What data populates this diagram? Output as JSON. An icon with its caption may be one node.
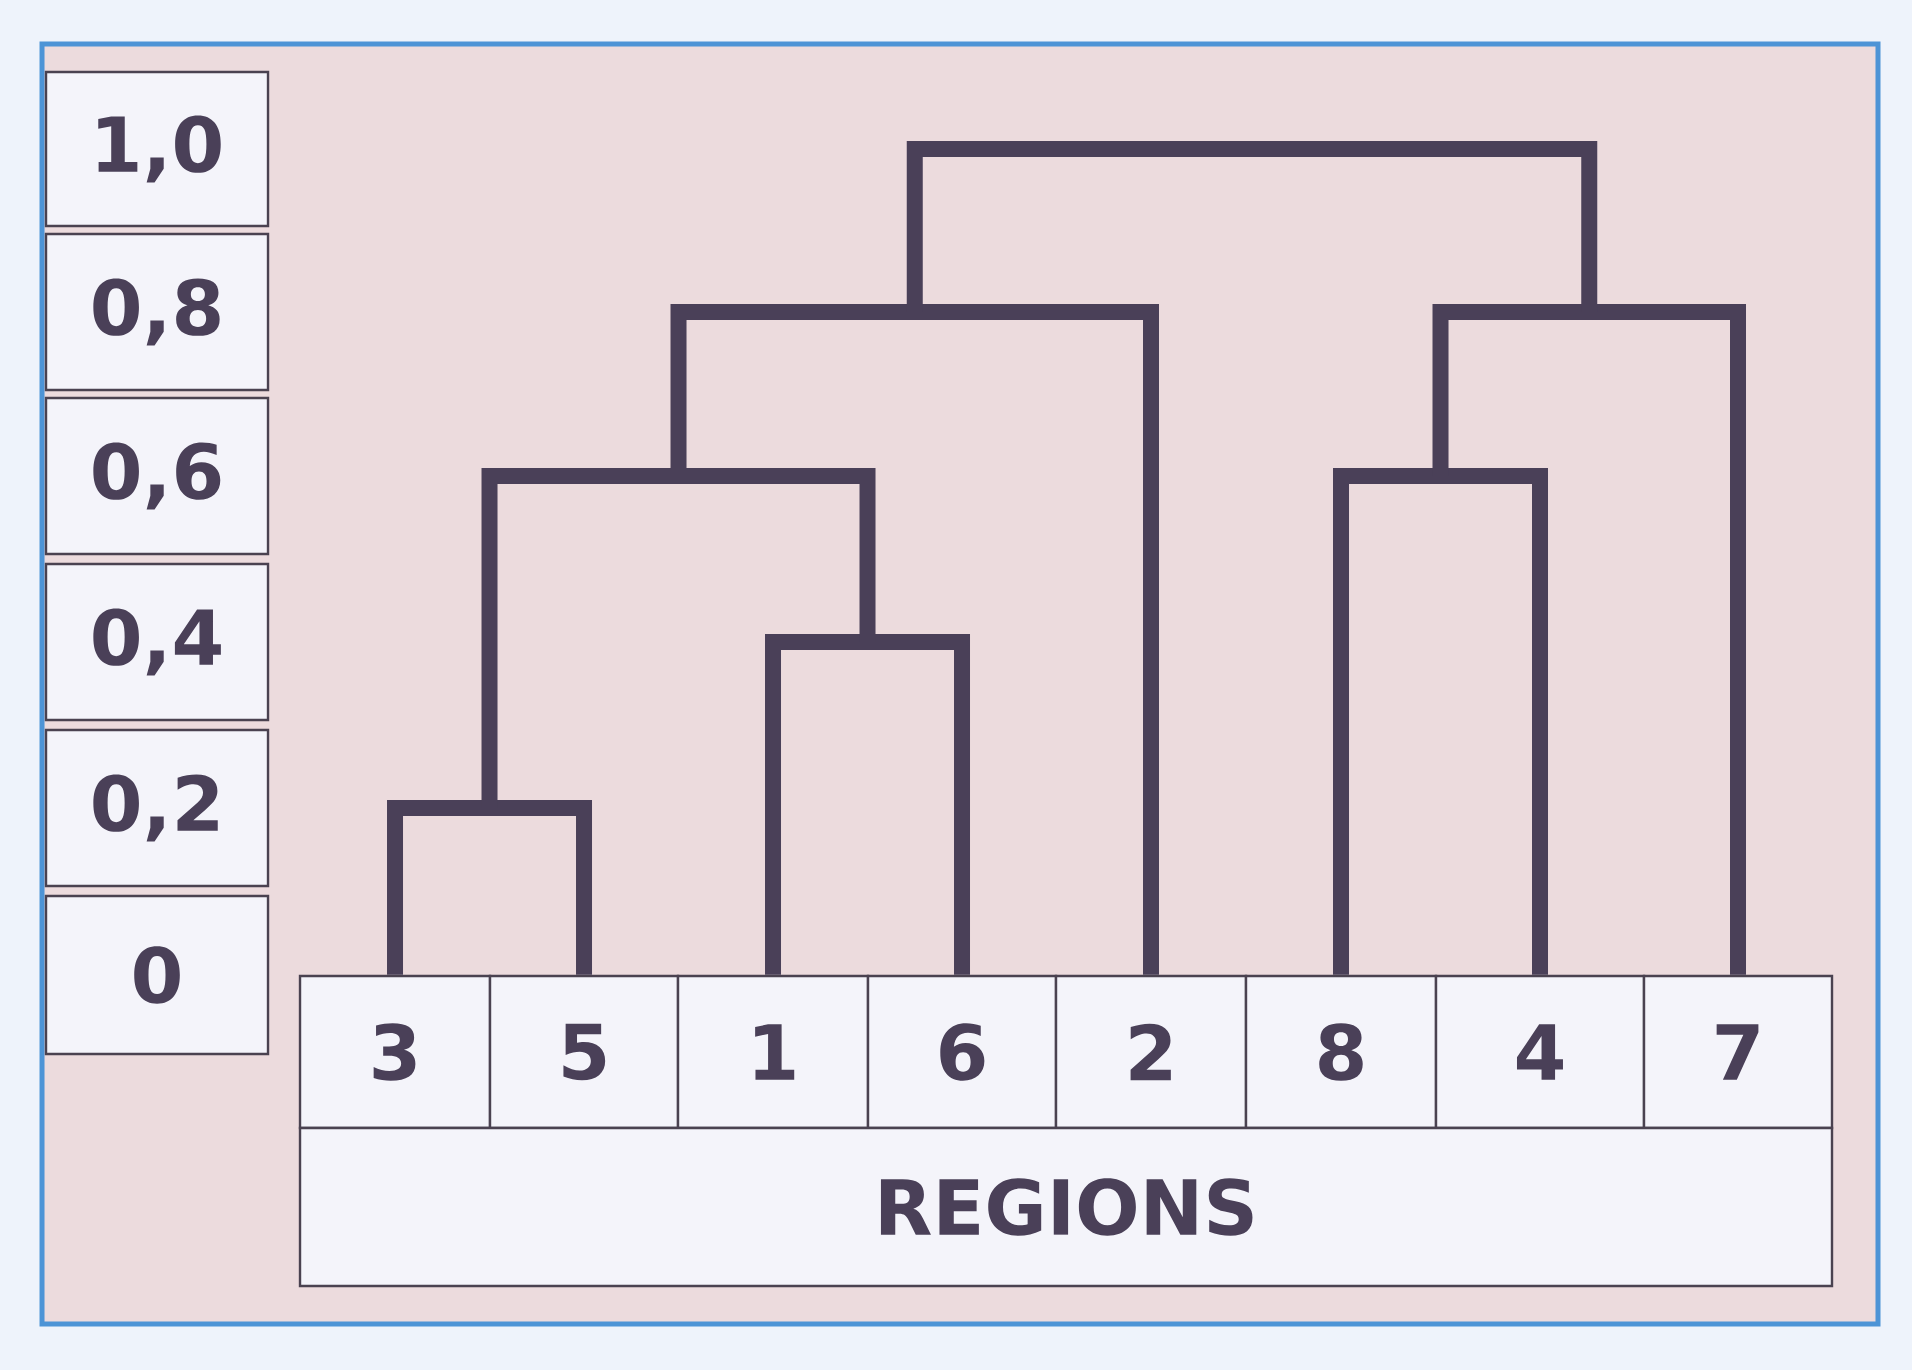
{
  "diagram": {
    "nodes": [
      {
        "text": [
          "1,0"
        ]
      },
      {
        "text": [
          "0,8"
        ]
      },
      {
        "text": [
          "0,6"
        ]
      },
      {
        "text": [
          "0,4"
        ]
      },
      {
        "text": [
          "0,2"
        ]
      },
      {
        "text": [
          "0"
        ]
      },
      {
        "text": [
          "3"
        ]
      },
      {
        "text": [
          "5"
        ]
      },
      {
        "text": [
          "1"
        ]
      },
      {
        "text": [
          "6"
        ]
      },
      {
        "text": [
          "2"
        ]
      },
      {
        "text": [
          "8"
        ]
      },
      {
        "text": [
          "4"
        ]
      },
      {
        "text": [
          "7"
        ]
      },
      {
        "text": [
          "REGIONS"
        ]
      }
    ],
    "edges": [
      {
        "from": 6,
        "to": 7,
        "arrow": "none"
      },
      {
        "from": 8,
        "to": 9,
        "arrow": "none"
      },
      {
        "from": 11,
        "to": 12,
        "arrow": "none"
      },
      {
        "from": null,
        "to": 10,
        "arrow": "none"
      },
      {
        "from": null,
        "to": 13,
        "arrow": "none"
      }
    ]
  }
}
